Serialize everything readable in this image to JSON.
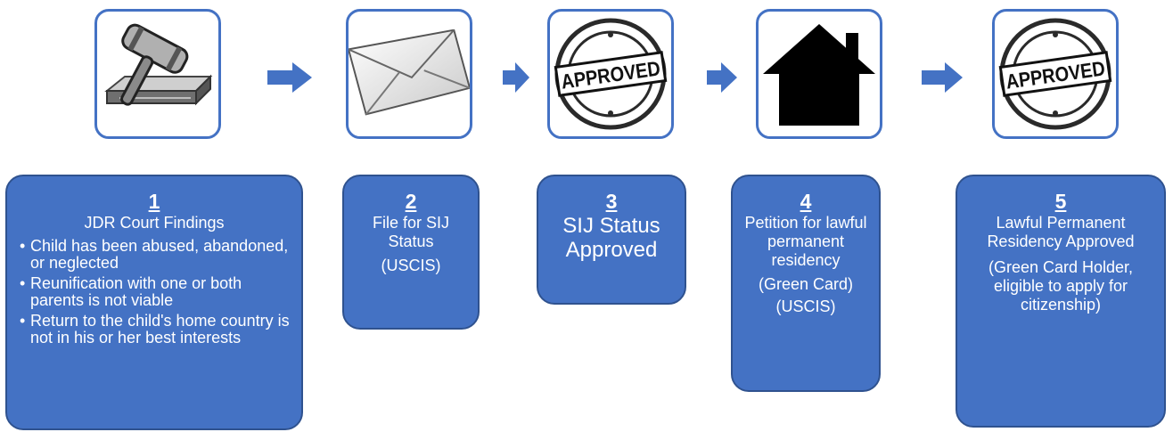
{
  "theme": {
    "accent": "#4472c4",
    "card_border": "#2f528f",
    "text_on_card": "#ffffff"
  },
  "steps": [
    {
      "number": "1",
      "icon": "gavel-icon",
      "title": "JDR Court Findings",
      "bullets": [
        "Child has been abused, abandoned, or neglected",
        "Reunification with one or both parents is not viable",
        "Return to the child's home country is not in his or her best interests"
      ]
    },
    {
      "number": "2",
      "icon": "envelope-icon",
      "title": "File for SIJ Status",
      "note": "(USCIS)"
    },
    {
      "number": "3",
      "icon": "approved-stamp-icon",
      "stamp_text": "APPROVED",
      "title": "SIJ Status Approved"
    },
    {
      "number": "4",
      "icon": "house-icon",
      "title": "Petition for lawful permanent residency",
      "notes": [
        "(Green Card)",
        "(USCIS)"
      ]
    },
    {
      "number": "5",
      "icon": "approved-stamp-icon",
      "stamp_text": "APPROVED",
      "title": "Lawful Permanent Residency Approved",
      "note": "(Green Card Holder, eligible to apply for citizenship)"
    }
  ]
}
